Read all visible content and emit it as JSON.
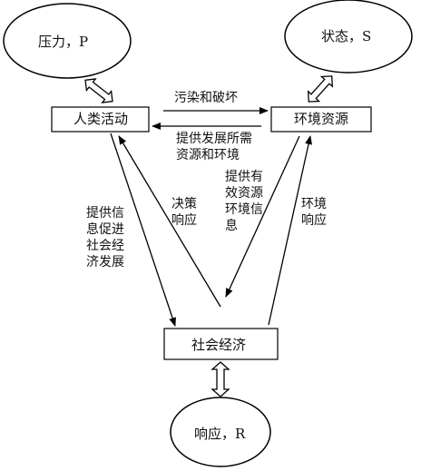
{
  "ellipses": {
    "pressure": "压力，P",
    "state": "状态，S",
    "response": "响应，R"
  },
  "boxes": {
    "human": "人类活动",
    "environment": "环境资源",
    "social": "社会经济"
  },
  "labels": {
    "pollution": "污染和破坏",
    "provide_resources": "提供发展所需\n资源和环境",
    "provide_info_promote": "提供信\n息促进\n社会经\n济发展",
    "decision_response": "决策\n响应",
    "provide_effective": "提供有\n效资源\n环境信\n息",
    "env_response": "环境\n响应"
  }
}
